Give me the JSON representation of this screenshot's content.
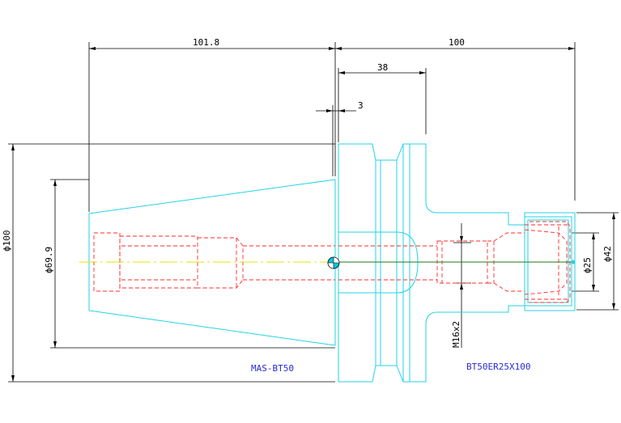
{
  "dimensions": {
    "d101_8": "101.8",
    "d100_len": "100",
    "d38": "38",
    "d3": "3",
    "dia100": "ϕ100",
    "dia69_9": "ϕ69.9",
    "dia42": "ϕ42",
    "dia25": "ϕ25",
    "thread": "M16x2"
  },
  "labels": {
    "left_part": "MAS-BT50",
    "right_part": "BT50ER25X100"
  },
  "colors": {
    "outline": "#22d3e6",
    "hidden": "#ff2a2a",
    "centerline": "#e6e600",
    "dimension": "#000000",
    "label": "#2a2ad6"
  }
}
